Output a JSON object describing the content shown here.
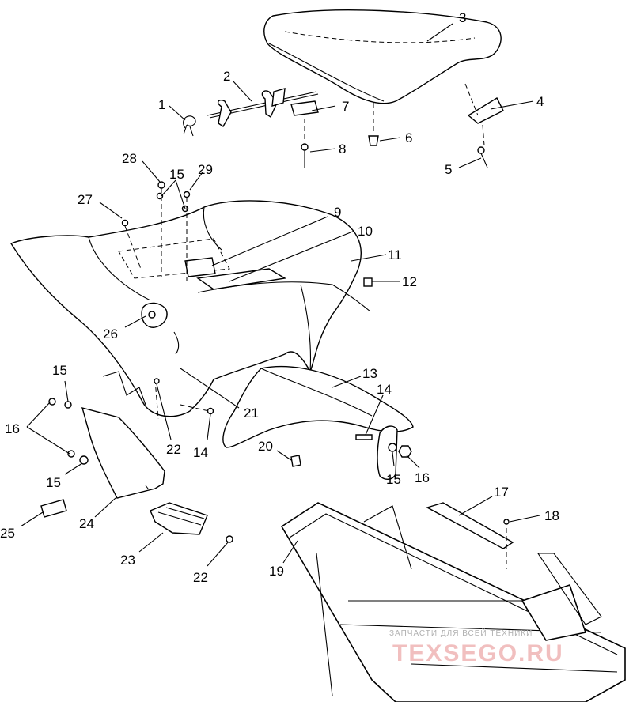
{
  "callouts": {
    "c1": "1",
    "c2": "2",
    "c3": "3",
    "c4": "4",
    "c5": "5",
    "c6": "6",
    "c7": "7",
    "c8": "8",
    "c9": "9",
    "c10": "10",
    "c11": "11",
    "c12": "12",
    "c13": "13",
    "c14a": "14",
    "c14b": "14",
    "c15a": "15",
    "c15b": "15",
    "c15c": "15",
    "c15d": "15",
    "c16a": "16",
    "c16b": "16",
    "c17": "17",
    "c18": "18",
    "c19": "19",
    "c20": "20",
    "c21": "21",
    "c22a": "22",
    "c22b": "22",
    "c23": "23",
    "c24": "24",
    "c25": "25",
    "c26": "26",
    "c27": "27",
    "c28": "28",
    "c29": "29"
  },
  "watermark": {
    "top": "ЗАПЧАСТИ  ДЛЯ  ВСЕЙ  ТЕХНИКИ",
    "logo": "TEXSEGO.RU"
  },
  "colors": {
    "line": "#000000",
    "watermark": "#e07070"
  }
}
